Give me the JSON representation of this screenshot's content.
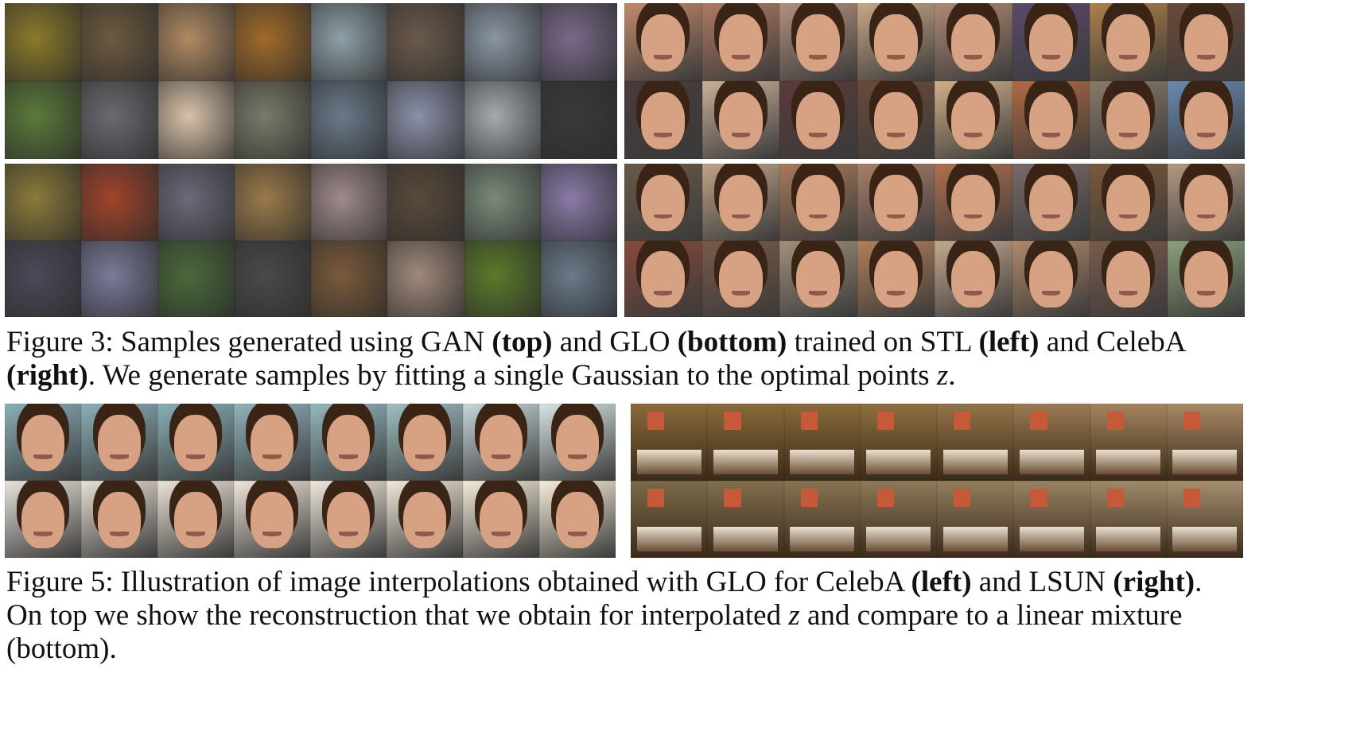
{
  "figure3": {
    "caption_lines": [
      [
        {
          "t": "Figure 3: Samples generated using GAN ",
          "s": "n"
        },
        {
          "t": "(top)",
          "s": "b"
        },
        {
          "t": " and GLO ",
          "s": "n"
        },
        {
          "t": "(bottom)",
          "s": "b"
        },
        {
          "t": " trained on STL ",
          "s": "n"
        },
        {
          "t": "(left)",
          "s": "b"
        },
        {
          "t": " and CelebA",
          "s": "n"
        }
      ],
      [
        {
          "t": "(right)",
          "s": "b"
        },
        {
          "t": ". We generate samples by fitting a single Gaussian to the optimal points ",
          "s": "n"
        },
        {
          "t": "z",
          "s": "i"
        },
        {
          "t": ".",
          "s": "n"
        }
      ]
    ]
  },
  "figure5": {
    "caption_lines": [
      [
        {
          "t": "Figure 5: Illustration of image interpolations obtained with GLO for CelebA ",
          "s": "n"
        },
        {
          "t": "(left)",
          "s": "b"
        },
        {
          "t": " and LSUN ",
          "s": "n"
        },
        {
          "t": "(right)",
          "s": "b"
        },
        {
          "t": ".",
          "s": "n"
        }
      ],
      [
        {
          "t": "On top we show the reconstruction that we obtain for interpolated ",
          "s": "n"
        },
        {
          "t": "z",
          "s": "i"
        },
        {
          "t": " and compare to a linear mixture",
          "s": "n"
        }
      ],
      [
        {
          "t": "(bottom).",
          "s": "n"
        }
      ]
    ]
  },
  "panel_colors": {
    "stl_gan": [
      "#8a7a2a",
      "#6c5a3e",
      "#b08a62",
      "#a06a2a",
      "#8ea0a8",
      "#6a5a4a",
      "#8a96a4",
      "#7a6a8a",
      "#5a7a3a",
      "#6a6a72",
      "#d8c2a8",
      "#7a7a6a",
      "#6a7a8a",
      "#8a90a8",
      "#a4aab0",
      "#3a3a3a"
    ],
    "celeba_gan": [
      "#c28a6a",
      "#b07a62",
      "#b49080",
      "#c8a888",
      "#b08a74",
      "#5a4a6a",
      "#b0804a",
      "#6a4a3a",
      "#4a3a3a",
      "#c8b098",
      "#5a3a3a",
      "#6a4a3a",
      "#d0b088",
      "#b06a42",
      "#8a7a6a",
      "#6a8ab0"
    ],
    "stl_glo": [
      "#8a7a3a",
      "#a0442a",
      "#6a6a7a",
      "#9a7a4a",
      "#a08a8a",
      "#5a4a3a",
      "#7a8a7a",
      "#8a7aa8",
      "#4a4a5a",
      "#7a7a9a",
      "#4a6a3a",
      "#4a4a4a",
      "#7a5a3a",
      "#a08a7a",
      "#5a7a2a",
      "#6a7a8a"
    ],
    "celeba_glo": [
      "#6a5a4a",
      "#c0a488",
      "#a87a5a",
      "#a8806a",
      "#b07050",
      "#7a6a6a",
      "#7a5a3a",
      "#b49a82",
      "#8a4a3a",
      "#7a5a4a",
      "#a0907a",
      "#b0805a",
      "#c4a890",
      "#b08a6a",
      "#7a5a4a",
      "#8aa07a"
    ],
    "celeba_interp": [
      "#8ab0b8",
      "#8ab0b8",
      "#8ab0b8",
      "#90b4bc",
      "#94b8c0",
      "#a0c0c4",
      "#c8d8dc",
      "#d8e4e4",
      "#e8e4dc",
      "#e8e0d4",
      "#ece4d8",
      "#eee6d8",
      "#f0e8da",
      "#f2ead8",
      "#f4ecd8",
      "#f6eed8"
    ],
    "lsun_interp": [
      "#8a6a3a",
      "#8a6a3a",
      "#8a6a3a",
      "#907040",
      "#957448",
      "#9a7a52",
      "#a4845e",
      "#a88a66",
      "#7a6a4a",
      "#806e4e",
      "#867454",
      "#8c7a5a",
      "#927e5e",
      "#988464",
      "#9e8a6a",
      "#a49070"
    ],
    "face_skin": "#d6a283",
    "face_hair": "#3a2416",
    "lamp": "#c65a38"
  }
}
